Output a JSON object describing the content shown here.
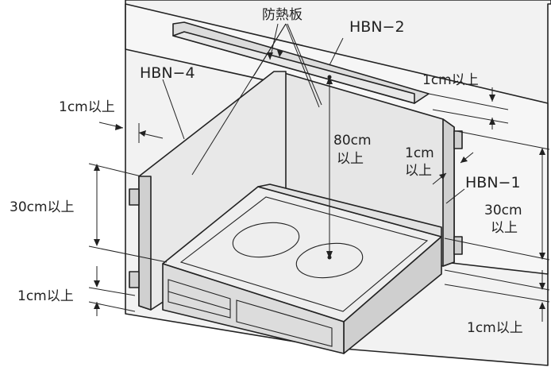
{
  "labels": {
    "heat_shield": "防熱板",
    "hbn2": "HBN−2",
    "hbn4": "HBN−4",
    "hbn1": "HBN−1",
    "dim_1cm_top_left": "1cm以上",
    "dim_1cm_top_right": "1cm以上",
    "dim_80cm_line1": "80cm",
    "dim_80cm_line2": "以上",
    "dim_1cm_side_line1": "1cm",
    "dim_1cm_side_line2": "以上",
    "dim_30cm_left": "30cm以上",
    "dim_30cm_right_line1": "30cm",
    "dim_30cm_right_line2": "以上",
    "dim_1cm_bottom_left": "1cm以上",
    "dim_1cm_bottom_right": "1cm以上"
  },
  "colors": {
    "wall": "#f2f2f2",
    "panel": "#e6e6e6",
    "panel_top": "#d9d9d9",
    "stove_top": "#eeeeee",
    "stove_side": "#cfcfcf",
    "stove_front": "#dcdcdc",
    "line": "#222222"
  }
}
